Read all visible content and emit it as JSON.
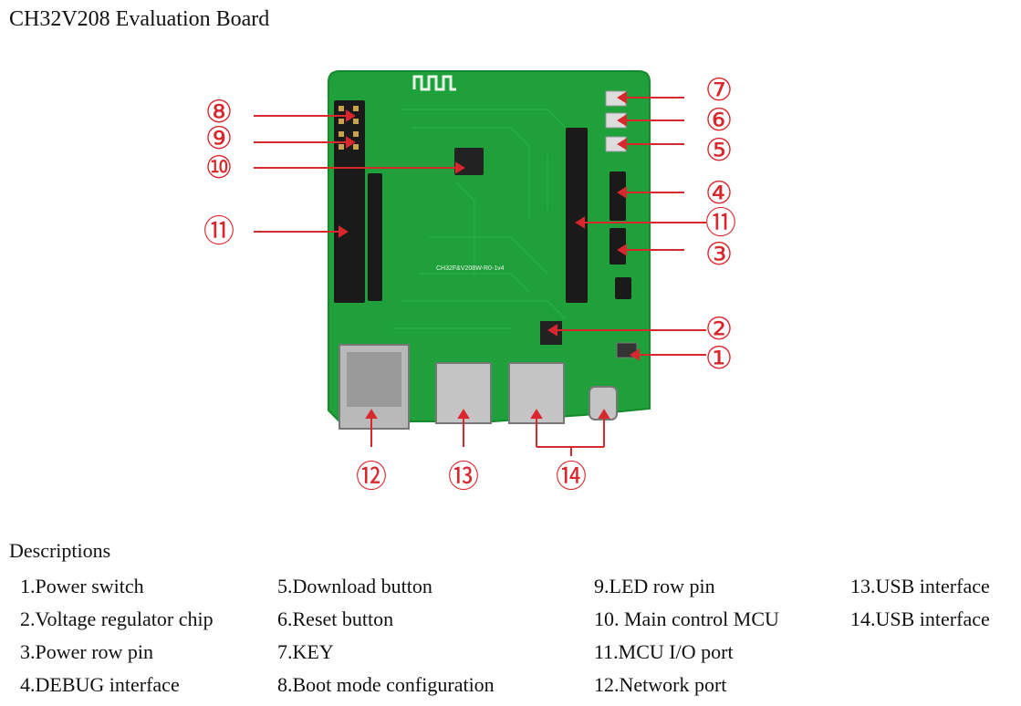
{
  "title": "CH32V208 Evaluation Board",
  "pcb_label": "CH32F&V208W-R0-1v4",
  "descriptions_heading": "Descriptions",
  "callout_numbers": [
    "①",
    "②",
    "③",
    "④",
    "⑤",
    "⑥",
    "⑦",
    "⑧",
    "⑨",
    "⑩",
    "⑪",
    "⑫",
    "⑬",
    "⑭"
  ],
  "descriptions": [
    "1.Power switch",
    "2.Voltage regulator chip",
    "3.Power row pin",
    "4.DEBUG interface",
    "5.Download button",
    "6.Reset button",
    "7.KEY",
    "8.Boot mode configuration",
    "9.LED row pin",
    "10. Main control MCU",
    "11.MCU I/O port",
    "12.Network port",
    "13.USB interface",
    "14.USB interface"
  ],
  "colors": {
    "pcb": "#1fa03a",
    "pcb_dark": "#178a30",
    "callout_red": "#d9272e",
    "header_black": "#1a1a1a"
  }
}
